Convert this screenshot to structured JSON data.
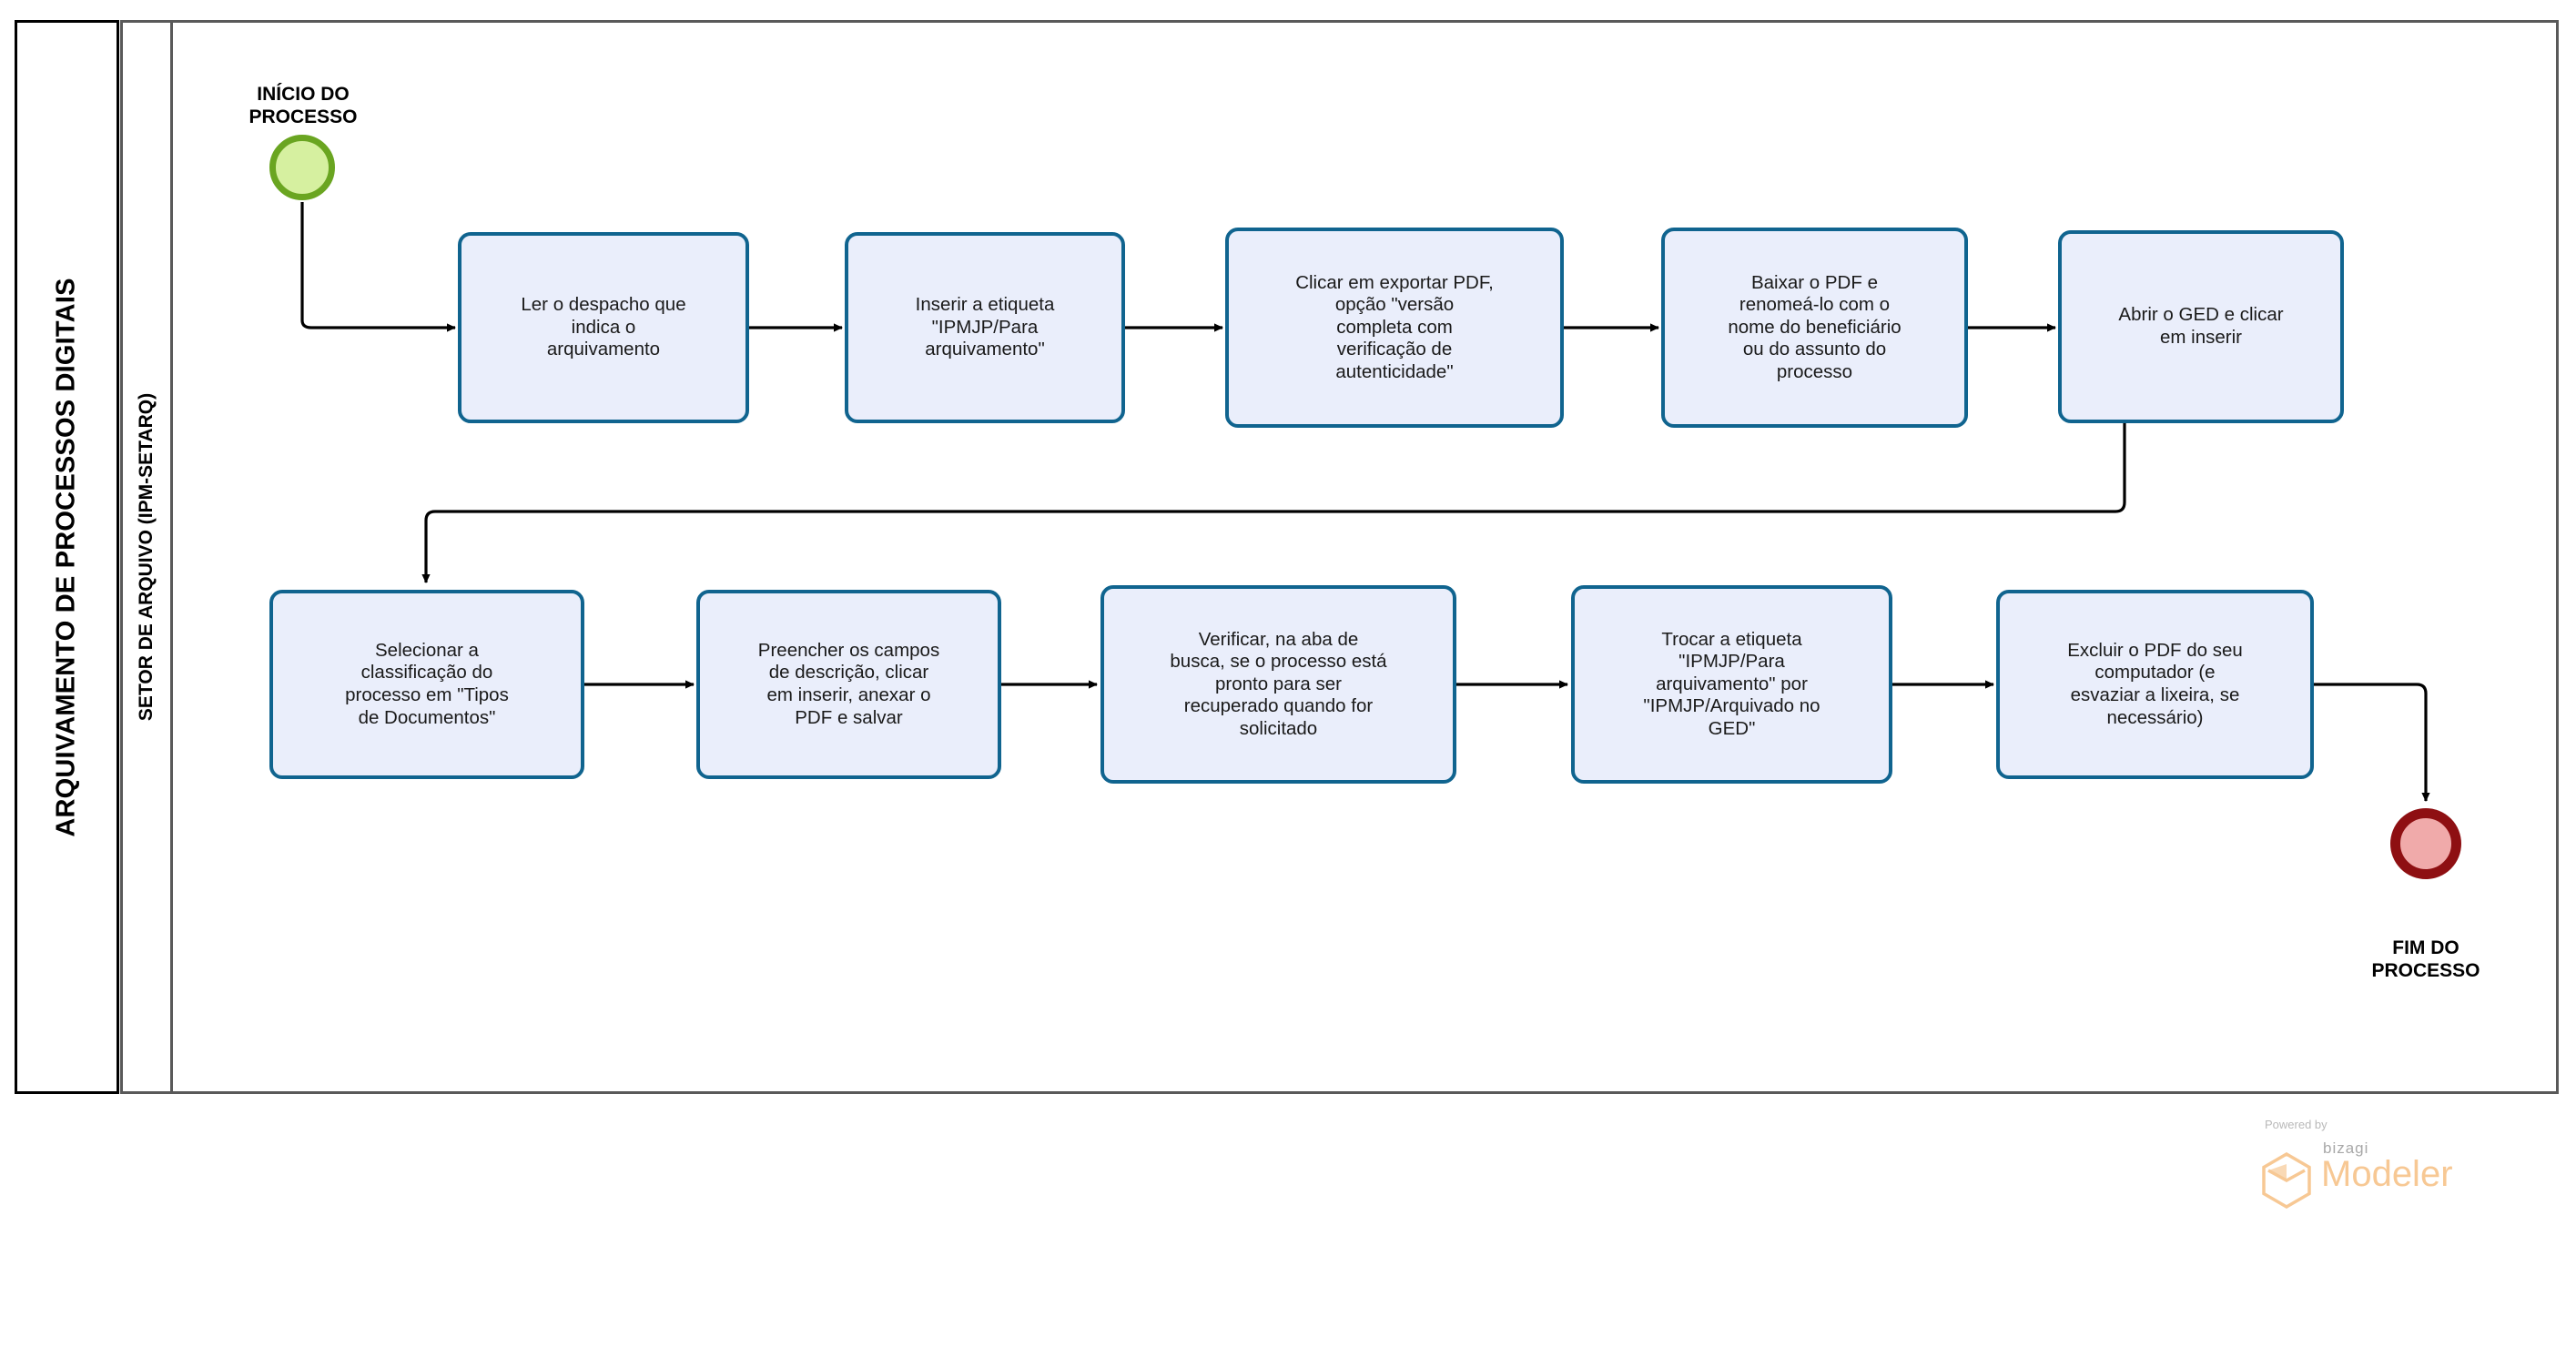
{
  "pool": {
    "label": "ARQUIVAMENTO DE PROCESSOS DIGITAIS"
  },
  "lane": {
    "label": "SETOR DE ARQUIVO (IPM-SETARQ)"
  },
  "events": {
    "start": {
      "label": "INÍCIO DO\nPROCESSO",
      "fill": "#d6f0a0",
      "stroke": "#6aa521"
    },
    "end": {
      "label": "FIM DO\nPROCESSO",
      "fill": "#f0aaaa",
      "stroke": "#8e0f12"
    }
  },
  "style": {
    "task_fill": "#eaeefb",
    "task_stroke": "#10648f",
    "pool_stroke": "#000000",
    "lane_stroke": "#595959",
    "flow_stroke": "#000000"
  },
  "tasks": [
    {
      "id": "t1",
      "label": "Ler o despacho que\nindica o\narquivamento"
    },
    {
      "id": "t2",
      "label": "Inserir a etiqueta\n\"IPMJP/Para\narquivamento\""
    },
    {
      "id": "t3",
      "label": "Clicar em exportar PDF,\nopção \"versão\ncompleta com\nverificação de\nautenticidade\""
    },
    {
      "id": "t4",
      "label": "Baixar o PDF e\nrenomeá-lo com o\nnome do beneficiário\nou do assunto do\nprocesso"
    },
    {
      "id": "t5",
      "label": "Abrir o GED e clicar\nem inserir"
    },
    {
      "id": "t6",
      "label": "Selecionar a\nclassificação do\nprocesso em \"Tipos\nde Documentos\""
    },
    {
      "id": "t7",
      "label": "Preencher os campos\nde descrição, clicar\nem inserir, anexar o\nPDF e salvar"
    },
    {
      "id": "t8",
      "label": "Verificar, na aba de\nbusca, se o processo está\npronto para ser\nrecuperado quando for\nsolicitado"
    },
    {
      "id": "t9",
      "label": "Trocar a etiqueta\n\"IPMJP/Para\narquivamento\" por\n\"IPMJP/Arquivado no\nGED\""
    },
    {
      "id": "t10",
      "label": "Excluir o PDF do seu\ncomputador  (e\nesvaziar a lixeira, se\nnecessário)"
    }
  ],
  "logo": {
    "powered_by": "Powered by",
    "brand": "bizagi",
    "product": "Modeler"
  }
}
